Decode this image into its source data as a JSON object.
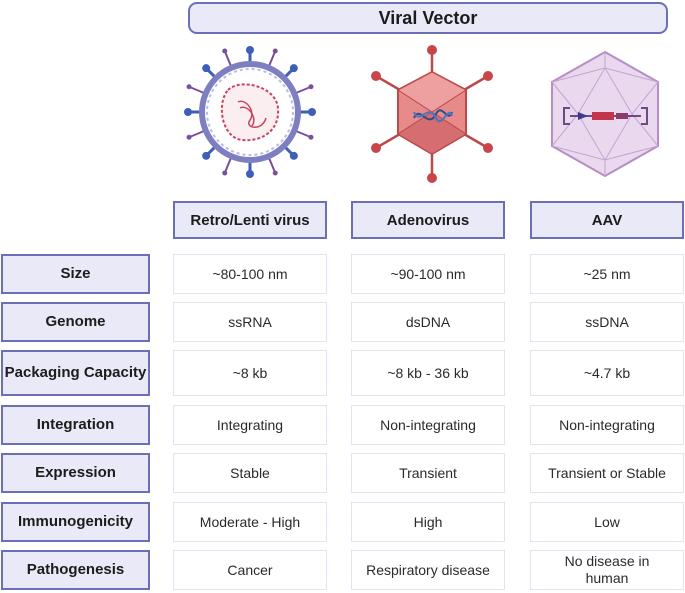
{
  "title": "Viral Vector",
  "columns": [
    "Retro/Lenti virus",
    "Adenovirus",
    "AAV"
  ],
  "rows": [
    {
      "label": "Size",
      "values": [
        "~80-100 nm",
        "~90-100 nm",
        "~25 nm"
      ]
    },
    {
      "label": "Genome",
      "values": [
        "ssRNA",
        "dsDNA",
        "ssDNA"
      ]
    },
    {
      "label": "Packaging Capacity",
      "values": [
        "~8 kb",
        "~8 kb - 36 kb",
        "~4.7 kb"
      ]
    },
    {
      "label": "Integration",
      "values": [
        "Integrating",
        "Non-integrating",
        "Non-integrating"
      ]
    },
    {
      "label": "Expression",
      "values": [
        "Stable",
        "Transient",
        "Transient or Stable"
      ]
    },
    {
      "label": "Immunogenicity",
      "values": [
        "Moderate - High",
        "High",
        "Low"
      ]
    },
    {
      "label": "Pathogenesis",
      "values": [
        "Cancer",
        "Respiratory disease",
        "No disease in human"
      ]
    }
  ],
  "illustrations": [
    "retrovirus-icon",
    "adenovirus-icon",
    "aav-icon"
  ],
  "colors": {
    "header_fill": "#e9e9f7",
    "header_border": "#6a6fb6",
    "cell_border": "#dfe3f3"
  }
}
